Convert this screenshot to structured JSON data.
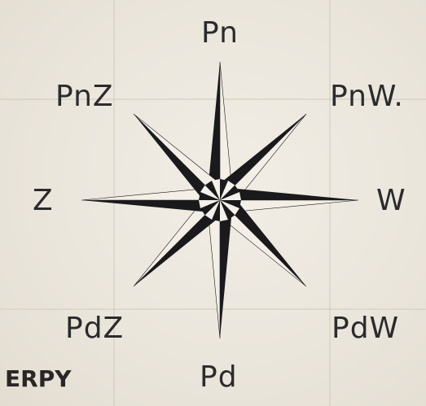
{
  "compass_rose": {
    "labels": {
      "n": "Pn",
      "nw_left": "PnZ",
      "ne_right": "PnW.",
      "w_left": "Z",
      "e_right": "W",
      "sw_left": "PdZ",
      "se_right": "PdW",
      "s": "Pd"
    },
    "stamp_text": "ERPY",
    "colors": {
      "paper": "#ebe6dc",
      "ink": "#1a1a1c",
      "grid": "#cfc9bc"
    }
  }
}
